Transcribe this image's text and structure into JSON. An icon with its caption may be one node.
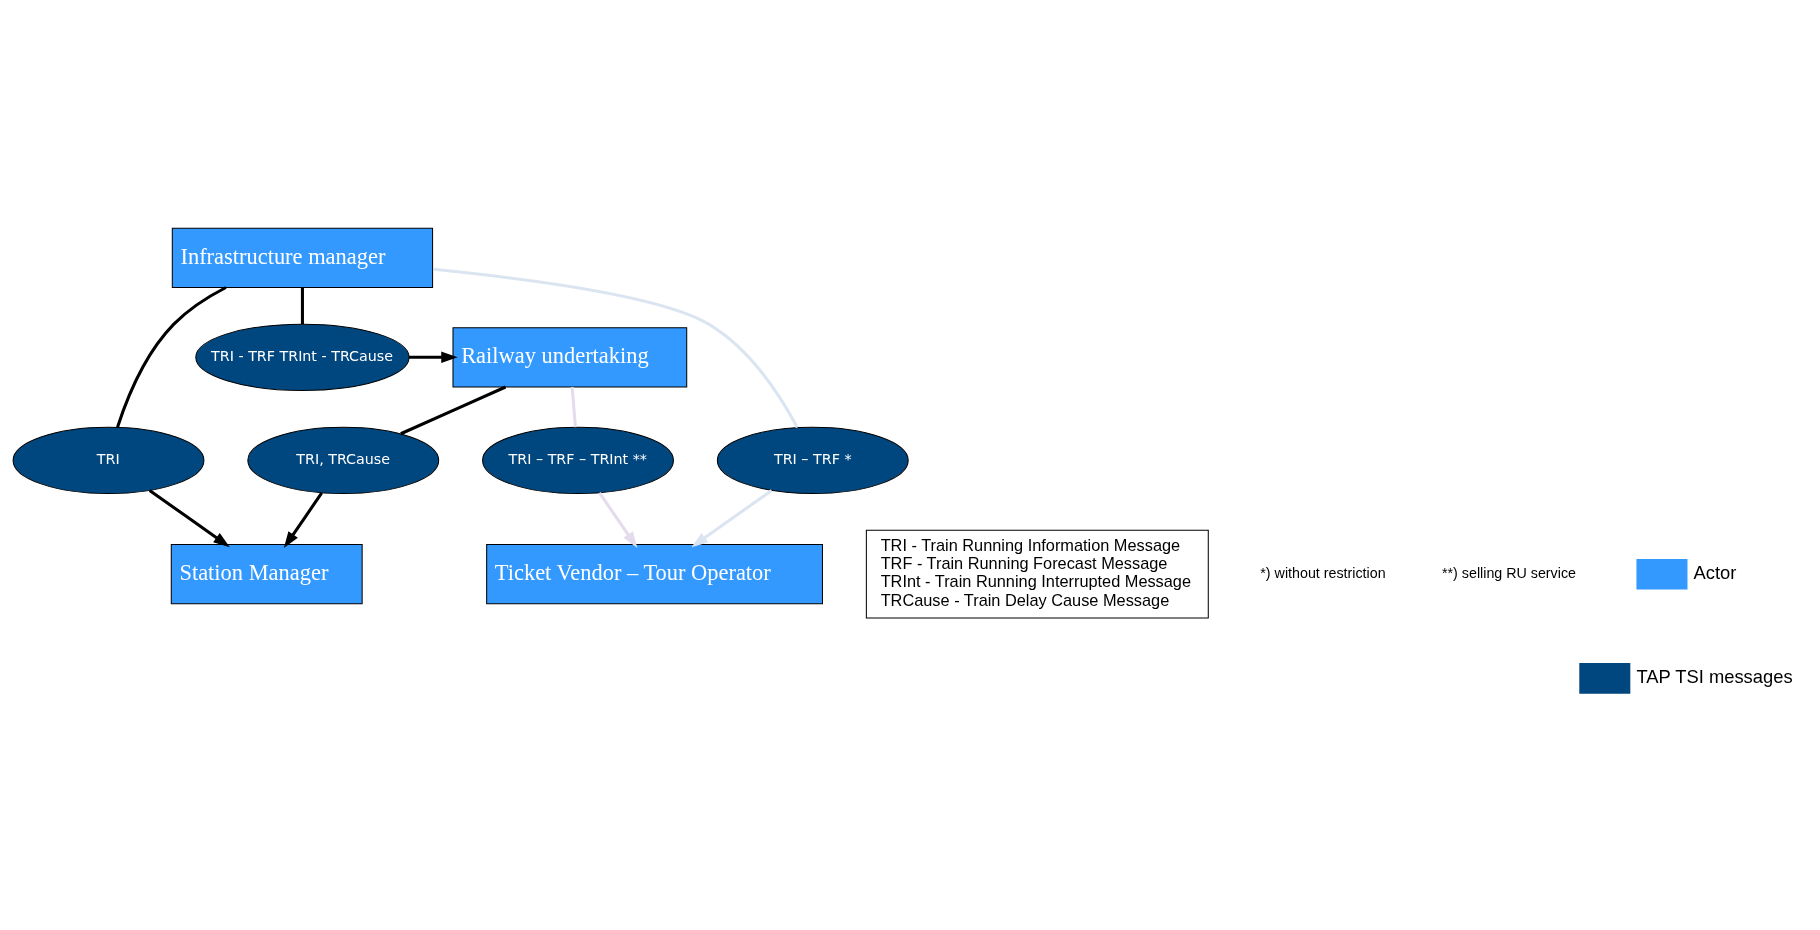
{
  "diagram": {
    "nodes": [
      {
        "text": [
          "Station Manager"
        ]
      },
      {
        "text": [
          "TRI"
        ]
      },
      {
        "text": [
          "TRI, TRCause"
        ]
      },
      {
        "text": [
          "Infrastructure manager"
        ]
      },
      {
        "text": [
          "TRI - TRF TRInt - TRCause"
        ]
      },
      {
        "text": [
          "Railway undertaking"
        ]
      },
      {
        "text": [
          "TRI – TRF *"
        ]
      },
      {
        "text": [
          "TRI – TRF – TRInt **"
        ]
      },
      {
        "text": [
          "Ticket Vendor – Tour Operator"
        ]
      },
      {
        "text": [
          "TRI - Train Running Information Message",
          "TRF - Train Running Forecast Message",
          "TRInt - Train Running Interrupted Message",
          "TRCause - Train Delay Cause Message"
        ]
      }
    ],
    "edges": [
      {
        "from": 3,
        "to": 1,
        "arrow": "none"
      },
      {
        "from": 1,
        "to": 0,
        "arrow": "to"
      },
      {
        "from": 3,
        "to": 4,
        "arrow": "none"
      },
      {
        "from": 4,
        "to": 5,
        "arrow": "to"
      },
      {
        "from": 5,
        "to": 2,
        "arrow": "none"
      },
      {
        "from": 2,
        "to": 0,
        "arrow": "to"
      },
      {
        "from": 3,
        "to": 6,
        "arrow": "none",
        "color": "#dbe5f1"
      },
      {
        "from": 6,
        "to": 8,
        "arrow": "to",
        "color": "#dbe5f1"
      },
      {
        "from": 5,
        "to": 7,
        "arrow": "none",
        "color": "#e4dcec"
      },
      {
        "from": 7,
        "to": 8,
        "arrow": "to",
        "color": "#e4dcec"
      }
    ],
    "labels": [
      "*) without restriction",
      "**) selling RU service"
    ],
    "legend": [
      {
        "text": "Actor",
        "color": "#3399ff"
      },
      {
        "text": "TAP TSI messages",
        "color": "#00467f"
      }
    ]
  }
}
